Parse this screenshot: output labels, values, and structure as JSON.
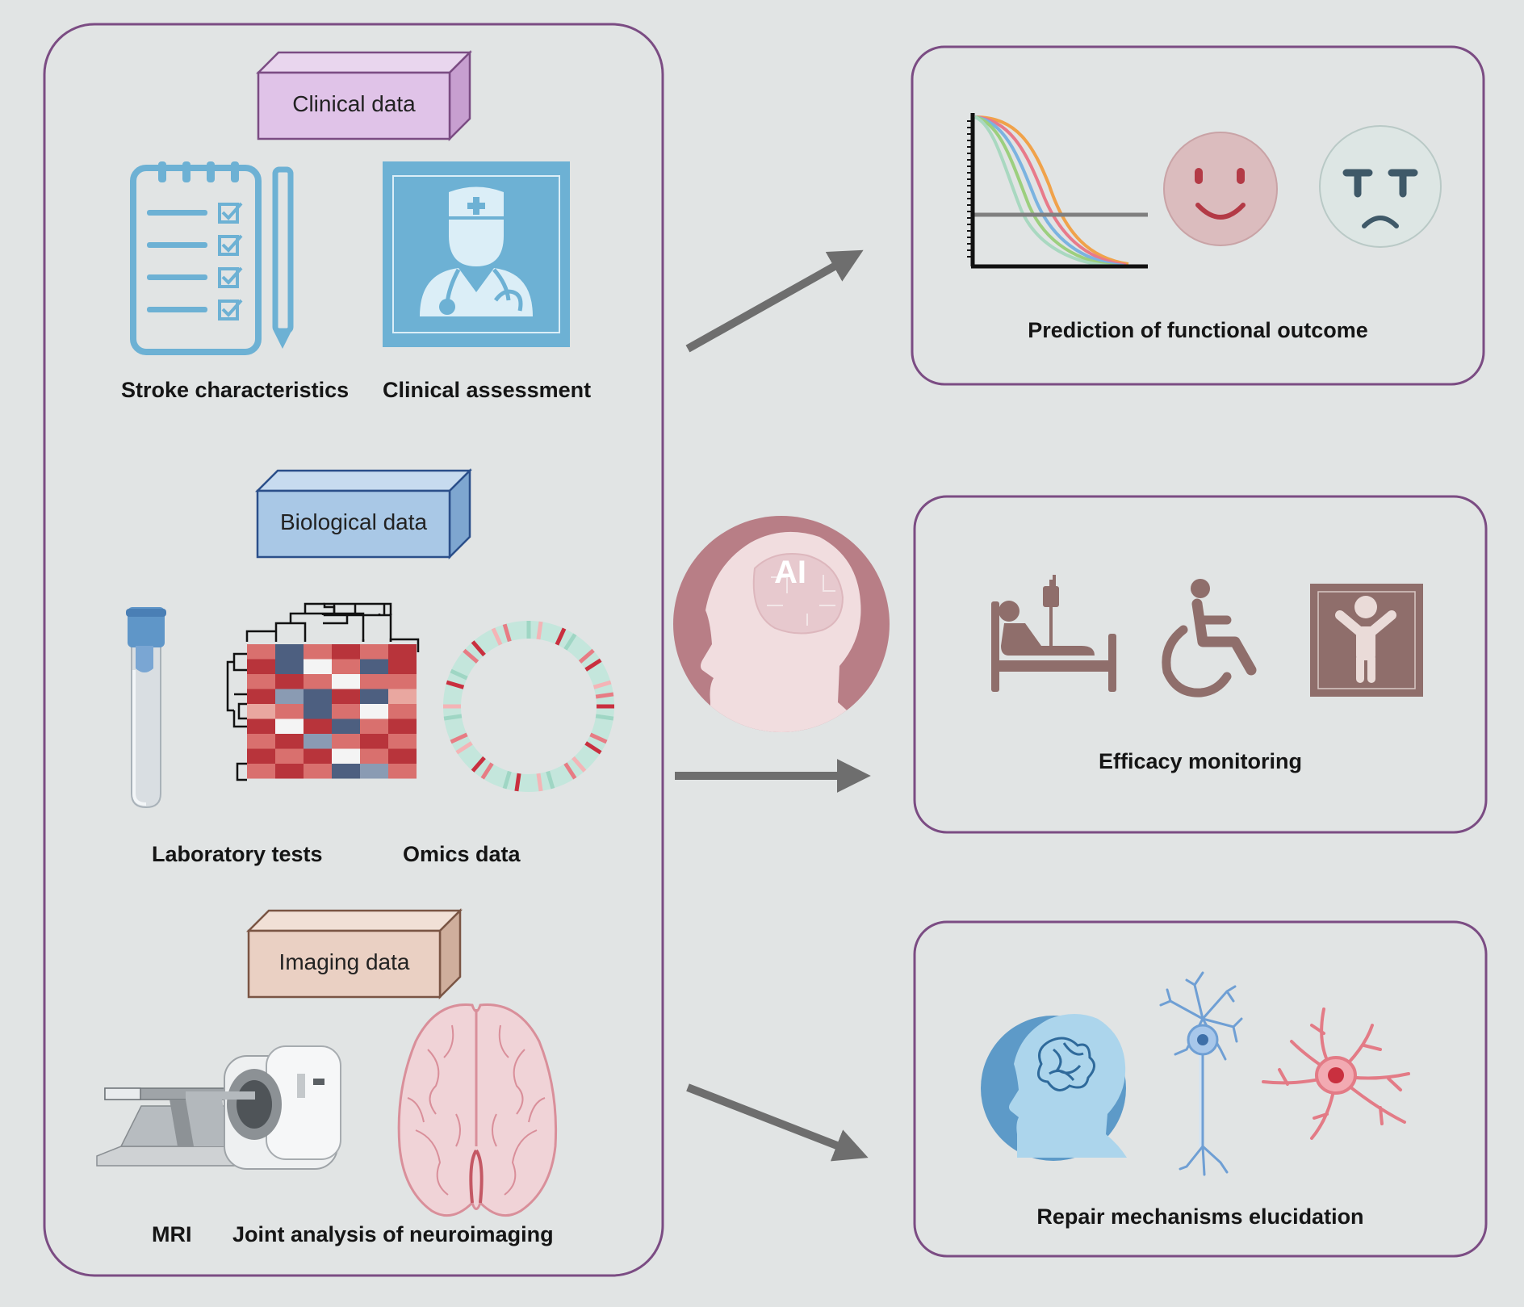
{
  "colors": {
    "background": "#e1e4e4",
    "panel_border": "#7b4c83",
    "clinical_box": "#e0c3e8",
    "biological_box": "#a9c8e6",
    "imaging_box": "#ead0c3",
    "arrow": "#6e6e6e",
    "medical_blue": "#6db1d4",
    "rose": "#b87e86",
    "taupe": "#8f6e6b"
  },
  "inputs": {
    "clinical": {
      "box_label": "Clinical data",
      "items": [
        "Stroke characteristics",
        "Clinical assessment"
      ]
    },
    "biological": {
      "box_label": "Biological data",
      "items": [
        "Laboratory tests",
        "Omics data"
      ]
    },
    "imaging": {
      "box_label": "Imaging data",
      "items": [
        "MRI",
        "Joint analysis of neuroimaging"
      ]
    }
  },
  "center": {
    "badge": "AI",
    "icon": "ai-head-brain-icon"
  },
  "outputs": {
    "prediction": {
      "label": "Prediction of functional outcome",
      "icons": [
        "outcome-curves-chart-icon",
        "smiley-face-icon",
        "sad-face-icon"
      ]
    },
    "efficacy": {
      "label": "Efficacy monitoring",
      "icons": [
        "hospital-bed-icon",
        "wheelchair-icon",
        "standing-person-icon"
      ]
    },
    "repair": {
      "label": "Repair mechanisms elucidation",
      "icons": [
        "brain-head-icon",
        "neuron-icon",
        "astrocyte-icon"
      ]
    }
  }
}
